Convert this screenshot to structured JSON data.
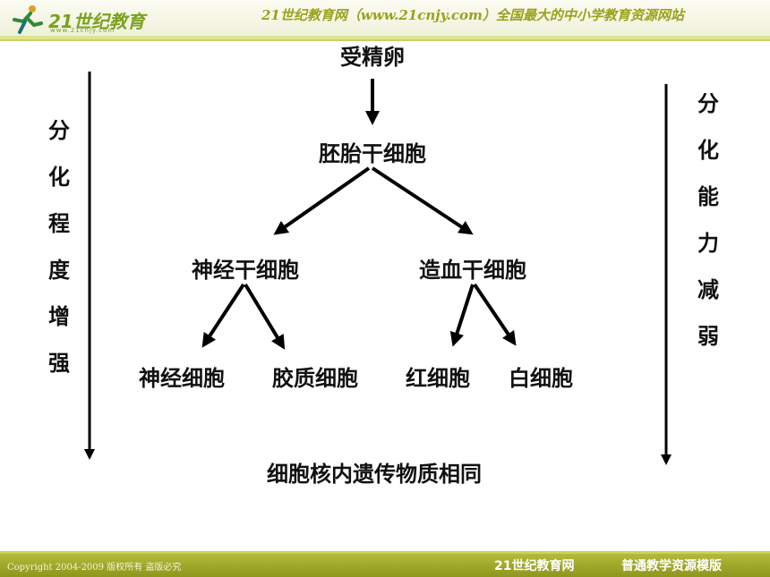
{
  "header": {
    "logo_text": "21世纪教育",
    "logo_sub": "www.21cnjy.com",
    "tagline": "21世纪教育网（www.21cnjy.com）全国最大的中小学教育资源网站"
  },
  "diagram": {
    "root": "受精卵",
    "level1": "胚胎干细胞",
    "level2_left": "神经干细胞",
    "level2_right": "造血干细胞",
    "leaf1": "神经细胞",
    "leaf2": "胶质细胞",
    "leaf3": "红细胞",
    "leaf4": "白细胞",
    "bottom_note": "细胞核内遗传物质相同",
    "left_label": [
      "分",
      "化",
      "程",
      "度",
      "增",
      "强"
    ],
    "right_label": [
      "分",
      "化",
      "能",
      "力",
      "减",
      "弱"
    ]
  },
  "footer": {
    "copyright": "Copyright 2004-2009 版权所有 盗版必究",
    "brand": "21世纪教育网",
    "brand2": "普通教学资源模版"
  },
  "colors": {
    "header_accent": "#c9cf6a",
    "footer_bg": "#9aa224",
    "text": "#111111"
  }
}
